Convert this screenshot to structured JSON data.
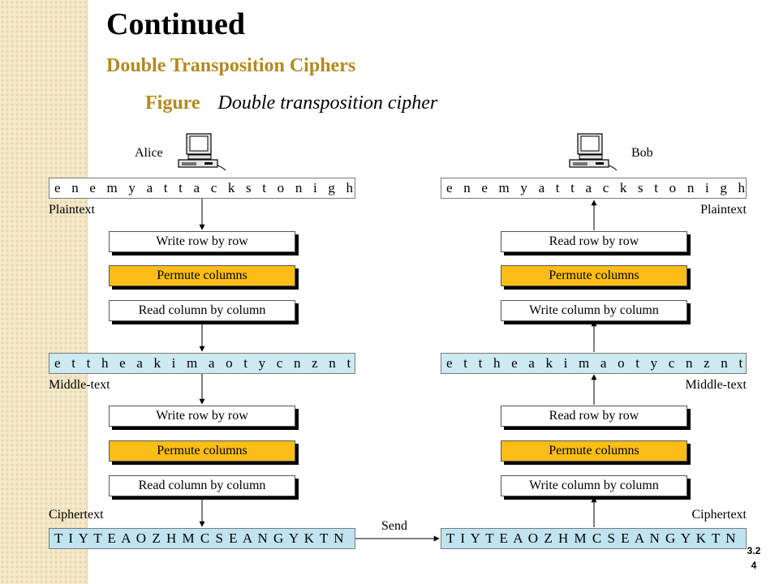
{
  "header": {
    "title": "Continued",
    "subtitle": "Double Transposition Ciphers",
    "figure_word": "Figure",
    "figure_caption": "Double transposition cipher"
  },
  "diagram": {
    "sender": "Alice",
    "receiver": "Bob",
    "plaintext": "e n e m y a t t a c k s t o n i g h t z",
    "plaintext_label": "Plaintext",
    "middletext": "e t t h e a k i m a o t y c n z n t s g",
    "middletext_label": "Middle-text",
    "ciphertext": "T I Y T E A O Z H M C S E A N G Y K T N",
    "ciphertext_label": "Ciphertext",
    "send_label": "Send",
    "alice_steps": {
      "write": "Write row by row",
      "permute": "Permute columns",
      "read": "Read column by column"
    },
    "bob_steps": {
      "read": "Read row by row",
      "permute": "Permute columns",
      "write": "Write column by column"
    }
  },
  "slide_number": "3.2\n4",
  "colors": {
    "accent_gold": "#b3891f",
    "permute_fill": "#fbbd16",
    "middle_fill": "#cde9f1",
    "cipher_fill": "#bfe4ef"
  },
  "icons": [
    "computer-icon"
  ]
}
